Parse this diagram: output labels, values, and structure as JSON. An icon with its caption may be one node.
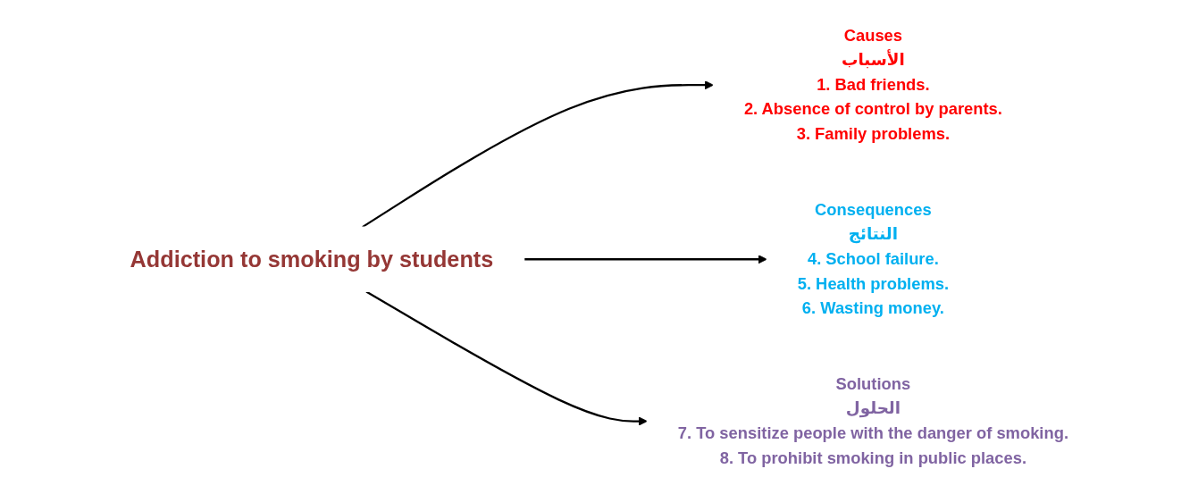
{
  "diagram": {
    "nodes": [
      {
        "text": [
          "Addiction to smoking by students"
        ]
      },
      {
        "text": [
          "Causes",
          "الأسباب",
          "1. Bad friends.",
          "2. Absence of control by parents.",
          "3. Family problems."
        ]
      },
      {
        "text": [
          "Consequences",
          "النتائج",
          "4. School failure.",
          "5. Health problems.",
          "6. Wasting money."
        ]
      },
      {
        "text": [
          "Solutions",
          "الحلول",
          "7. To sensitize people with the danger of smoking.",
          "8. To prohibit smoking in public places."
        ]
      }
    ],
    "edges": [
      {
        "from": 0,
        "to": 1,
        "arrow": "to"
      },
      {
        "from": 0,
        "to": 2,
        "arrow": "to"
      },
      {
        "from": 0,
        "to": 3,
        "arrow": "to"
      }
    ]
  }
}
